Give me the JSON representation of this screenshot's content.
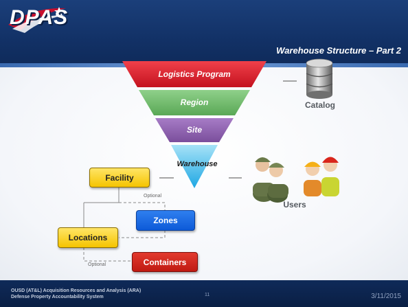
{
  "header": {
    "logo_text": "DPAS",
    "title": "Warehouse Structure – Part 2"
  },
  "pyramid": {
    "tiers": [
      {
        "label": "Logistics Program",
        "color": "#e11d2f"
      },
      {
        "label": "Region",
        "color": "#71bd6e"
      },
      {
        "label": "Site",
        "color": "#8f62b0"
      },
      {
        "label": "Warehouse",
        "color": "#2fb5ea"
      }
    ]
  },
  "side_labels": {
    "catalog": "Catalog",
    "users": "Users"
  },
  "boxes": {
    "facility": "Facility",
    "zones": "Zones",
    "locations": "Locations",
    "containers": "Containers"
  },
  "notes": {
    "optional_1": "Optional",
    "optional_2": "Optional"
  },
  "footer": {
    "line1": "OUSD (AT&L) Acquisition Resources and Analysis (ARA)",
    "line2": "Defense Property Accountability System",
    "page": "11",
    "date": "3/11/2015"
  },
  "icons": {
    "catalog": "database-icon",
    "users": "users-group-icon"
  }
}
